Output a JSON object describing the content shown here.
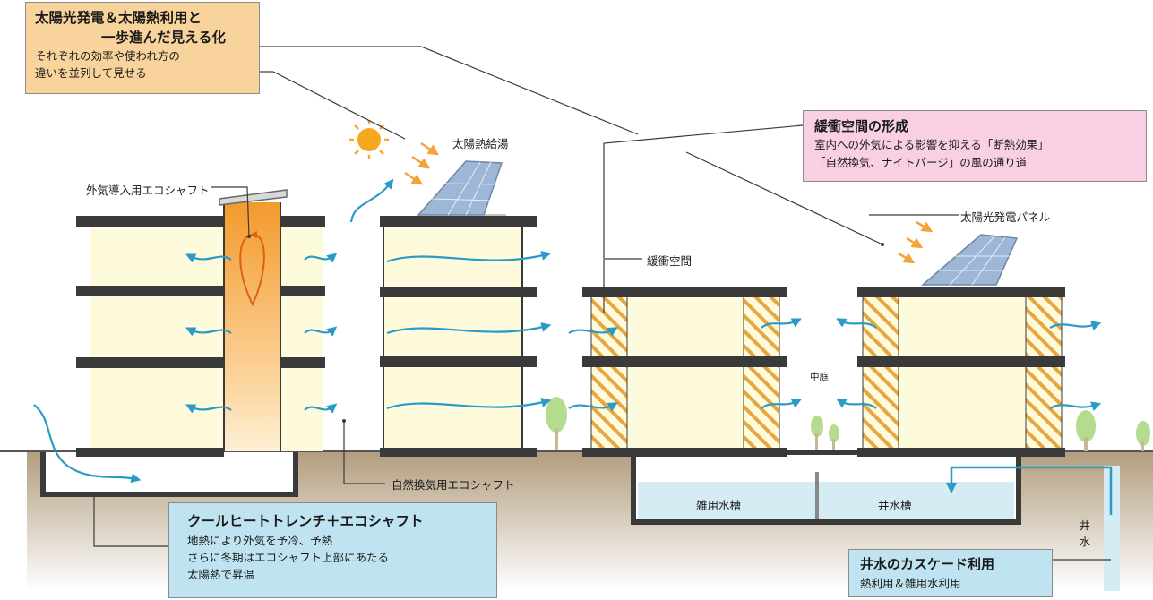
{
  "callouts": {
    "solar": {
      "title_line1": "太陽光発電＆太陽熱利用と",
      "title_line2": "一歩進んだ見える化",
      "sub_line1": "それぞれの効率や使われ方の",
      "sub_line2": "違いを並列して見せる"
    },
    "buffer": {
      "title": "緩衝空間の形成",
      "sub_line1": "室内への外気による影響を抑える「断熱効果」",
      "sub_line2": "「自然換気、ナイトパージ」の風の通り道"
    },
    "trench": {
      "title": "クールヒートトレンチ＋エコシャフト",
      "sub_line1": "地熱により外気を予冷、予熱",
      "sub_line2": "さらに冬期はエコシャフト上部にあたる",
      "sub_line3": "太陽熱で昇温"
    },
    "well": {
      "title": "井水のカスケード利用",
      "sub": "熱利用＆雑用水利用"
    }
  },
  "labels": {
    "solar_hot_water": "太陽熱給湯",
    "intake_eco_shaft": "外気導入用エコシャフト",
    "buffer_space": "緩衝空間",
    "pv_panel": "太陽光発電パネル",
    "courtyard": "中庭",
    "natural_vent_shaft": "自然換気用エコシャフト",
    "misc_water_tank": "雑用水槽",
    "well_water_tank": "井水槽",
    "well_char1": "井",
    "well_char2": "水"
  },
  "colors": {
    "callout_orange": "#f8d39b",
    "callout_pink": "#f9cfe3",
    "callout_blue": "#bfe3f0",
    "floor_fill": "#fdfbdc",
    "slab": "#3a3a3a",
    "air_arrow": "#2a9ac8",
    "shaft_orange": "#f5a23a",
    "hatch": "#e8a640",
    "ground": "#a68f6e",
    "water": "#d6ecf4",
    "tree": "#b5dc8e",
    "sun": "#f6a821"
  },
  "icons": [
    "sun-icon",
    "solar-panel-icon",
    "tree-icon",
    "air-flow-arrow-icon",
    "sunlight-ray-icon"
  ]
}
